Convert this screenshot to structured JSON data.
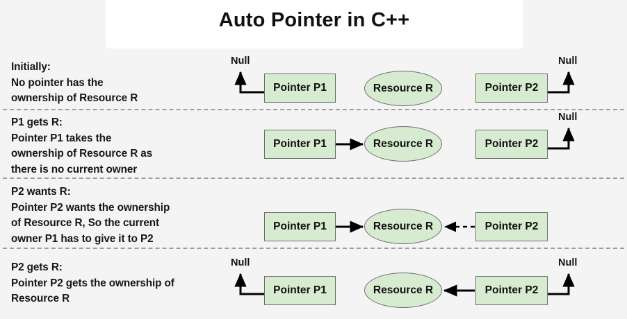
{
  "header": {
    "title": "Auto Pointer in C++"
  },
  "labels": {
    "pointer_p1": "Pointer P1",
    "pointer_p2": "Pointer P2",
    "resource_r": "Resource R",
    "null": "Null"
  },
  "rows": [
    {
      "id": "initially",
      "caption": "Initially:\nNo pointer has the\nownership of Resource R",
      "p1_label": "Pointer P1",
      "p2_label": "Pointer P2",
      "resource_label": "Resource R",
      "p1_null_label": "Null",
      "p2_null_label": "Null",
      "p1_state": "null",
      "p2_state": "null",
      "arrow_p1_to_r": "none",
      "arrow_p2_to_r": "none"
    },
    {
      "id": "p1-gets-r",
      "caption": "P1 gets R:\nPointer P1 takes the\nownership of Resource R as\nthere is no current owner",
      "p1_label": "Pointer P1",
      "p2_label": "Pointer P2",
      "resource_label": "Resource R",
      "p1_null_label": "",
      "p2_null_label": "Null",
      "p1_state": "owns",
      "p2_state": "null",
      "arrow_p1_to_r": "solid",
      "arrow_p2_to_r": "none"
    },
    {
      "id": "p2-wants-r",
      "caption": "P2 wants R:\nPointer P2 wants the ownership\nof Resource R, So the current\nowner P1 has to give it to P2",
      "p1_label": "Pointer P1",
      "p2_label": "Pointer P2",
      "resource_label": "Resource R",
      "p1_null_label": "",
      "p2_null_label": "",
      "p1_state": "owns",
      "p2_state": "wants",
      "arrow_p1_to_r": "solid",
      "arrow_p2_to_r": "dashed"
    },
    {
      "id": "p2-gets-r",
      "caption": "P2 gets R:\nPointer P2 gets the ownership of\nResource R",
      "p1_label": "Pointer P1",
      "p2_label": "Pointer P2",
      "resource_label": "Resource R",
      "p1_null_label": "Null",
      "p2_null_label": "Null",
      "p1_state": "null",
      "p2_state": "owns",
      "arrow_p1_to_r": "none",
      "arrow_p2_to_r": "solid"
    }
  ],
  "colors": {
    "background": "#f4f4f4",
    "title_bar": "#ffffff",
    "node_fill": "#d7ebd0",
    "node_stroke": "#6d6d6d",
    "arrow": "#000000",
    "separator": "#9d9d9d",
    "text": "#111111"
  }
}
